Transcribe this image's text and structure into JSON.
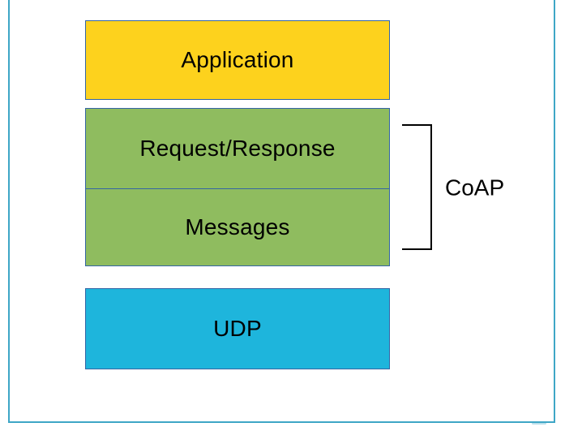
{
  "frame": {
    "color": "#3ea6c6"
  },
  "diagram": {
    "layers": [
      {
        "id": "application",
        "label": "Application",
        "fill": "#fdd21d",
        "border": "#3465a4"
      },
      {
        "id": "request-response",
        "label": "Request/Response",
        "fill": "#8fbc5f",
        "border": "#3465a4"
      },
      {
        "id": "messages",
        "label": "Messages",
        "fill": "#8fbc5f",
        "border": "#3465a4"
      },
      {
        "id": "udp",
        "label": "UDP",
        "fill": "#1eb5dc",
        "border": "#3465a4"
      }
    ],
    "bracket": {
      "label": "CoAP",
      "color": "#000000"
    }
  }
}
